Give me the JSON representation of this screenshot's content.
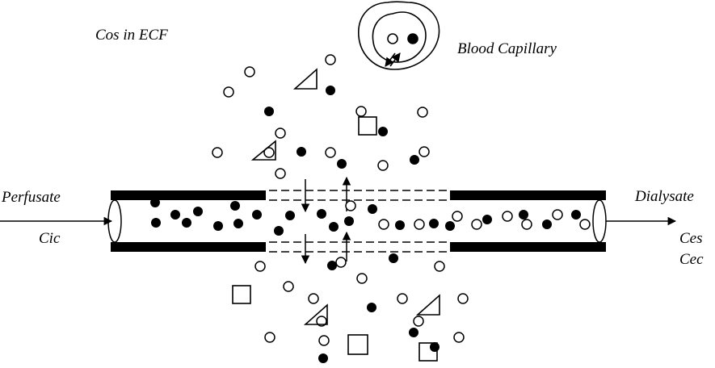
{
  "labels": {
    "cos": "Cos in ECF",
    "capillary": "Blood Capillary",
    "perfusate": "Perfusate",
    "cic": "Cic",
    "dialysate": "Dialysate",
    "ces": "Ces",
    "cec": "Cec"
  },
  "colors": {
    "ink": "#000000",
    "background": "#ffffff"
  }
}
